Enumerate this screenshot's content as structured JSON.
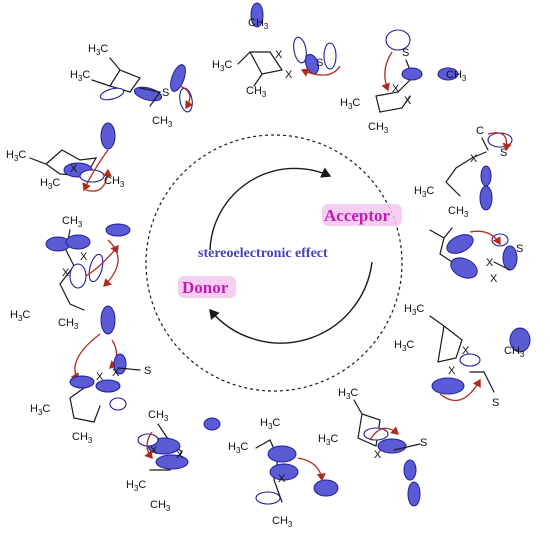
{
  "diagram": {
    "center_text": "stereoelectronic effect",
    "acceptor_label": "Acceptor",
    "donor_label": "Donor"
  },
  "atoms": {
    "h3c": "H",
    "three": "3",
    "c": "C",
    "ch3_c": "CH",
    "s": "S",
    "x": "X"
  },
  "colors": {
    "orbital": "#5b5bd6",
    "arrow": "#b22a1e",
    "label": "#c418b8",
    "center_text": "#4a3fb8"
  }
}
